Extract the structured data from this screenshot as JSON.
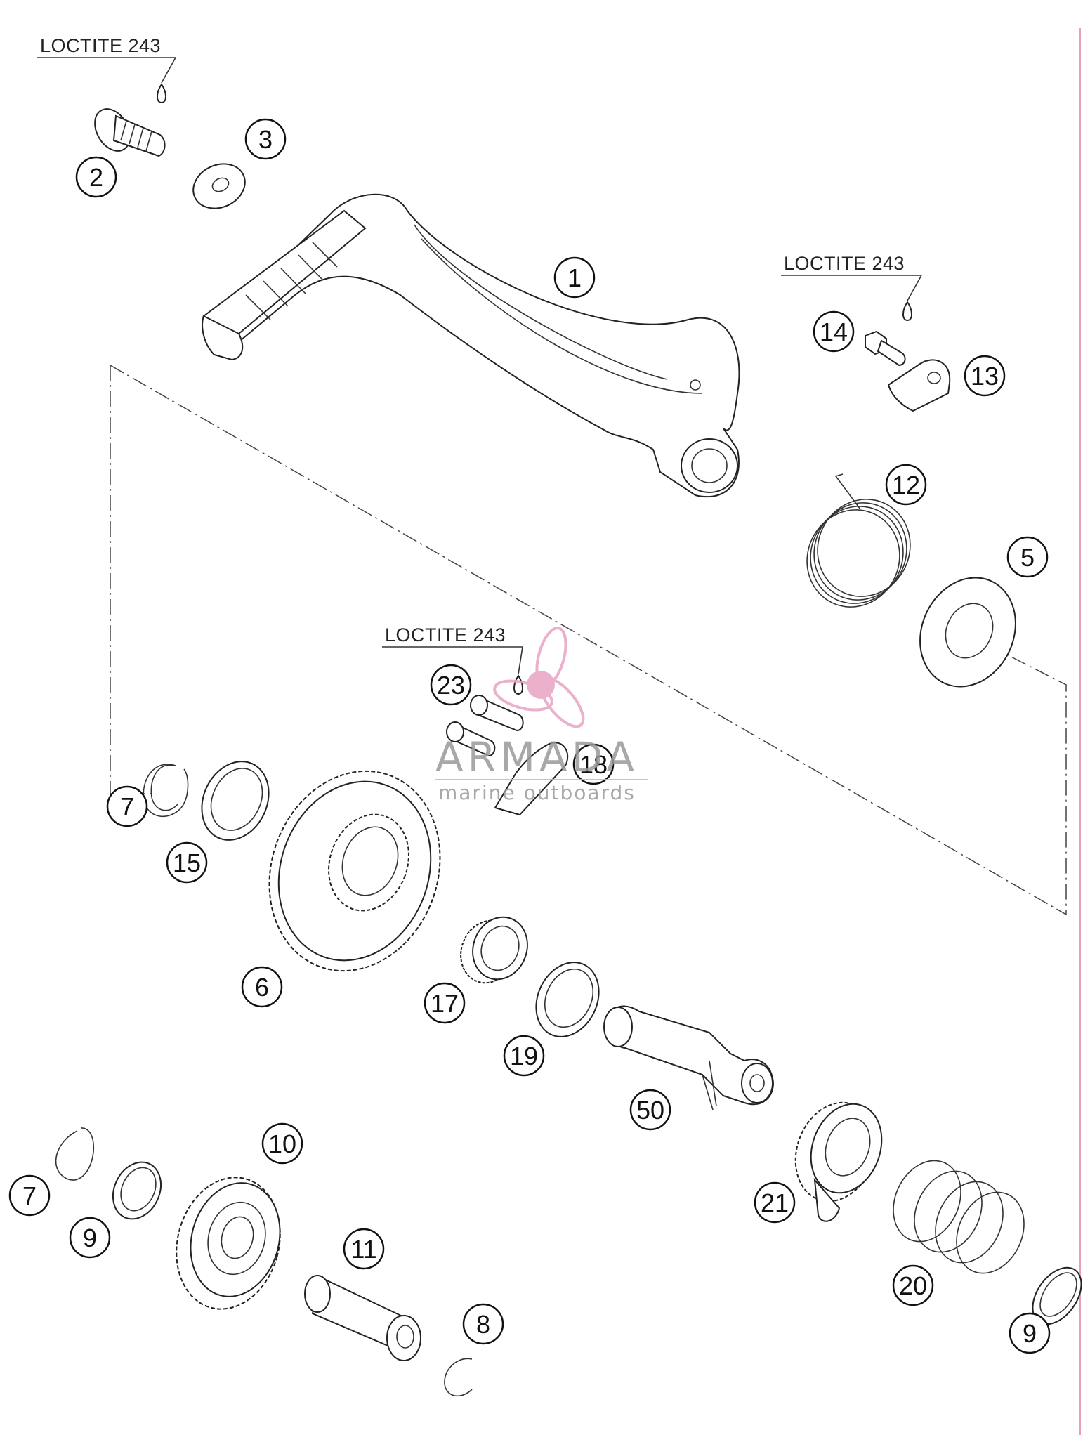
{
  "loctite_labels": [
    "LOCTITE 243",
    "LOCTITE 243",
    "LOCTITE 243"
  ],
  "callouts": [
    "1",
    "2",
    "3",
    "5",
    "6",
    "7",
    "7",
    "8",
    "9",
    "9",
    "10",
    "11",
    "12",
    "13",
    "14",
    "15",
    "17",
    "18",
    "19",
    "20",
    "21",
    "23",
    "50"
  ],
  "watermark": {
    "brand": "ARMADA",
    "tagline": "marine outboards",
    "accent": "#e8a3c4"
  },
  "border_color": "#e7a0b4"
}
